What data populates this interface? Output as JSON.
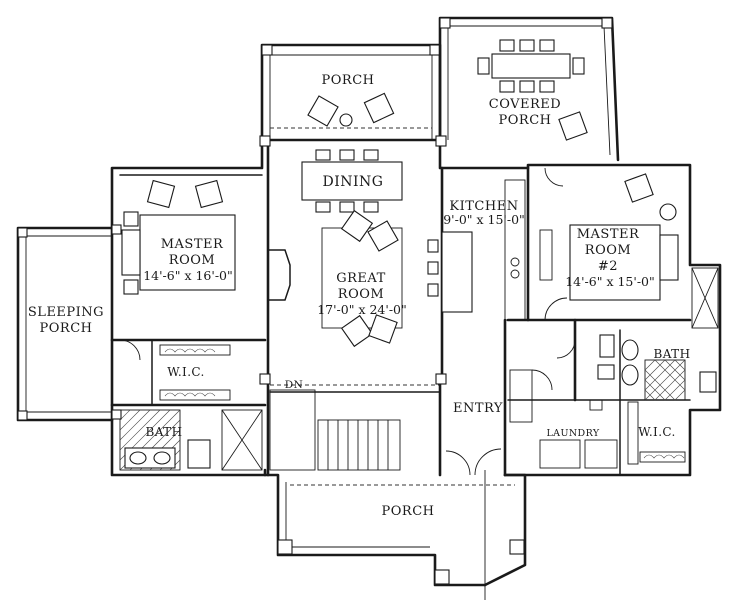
{
  "rooms": {
    "porch_rear": "Porch",
    "covered_porch_1": "Covered",
    "covered_porch_2": "Porch",
    "dining": "Dining",
    "kitchen": "Kitchen",
    "kitchen_dim": "9'-0\" x 15'-0\"",
    "master1_1": "Master",
    "master1_2": "Room",
    "master1_dim": "14'-6\" x 16'-0\"",
    "great_1": "Great",
    "great_2": "Room",
    "great_dim": "17'-0\" x 24'-0\"",
    "master2_1": "Master",
    "master2_2": "Room",
    "master2_3": "#2",
    "master2_dim": "14'-6\" x 15'-0\"",
    "sleeping_1": "Sleeping",
    "sleeping_2": "Porch",
    "wic_1": "W.I.C.",
    "bath_1": "Bath",
    "dn": "DN",
    "entry": "Entry",
    "laundry": "Laundry",
    "bath_2": "Bath",
    "wic_2": "W.I.C.",
    "porch_front": "Porch"
  }
}
